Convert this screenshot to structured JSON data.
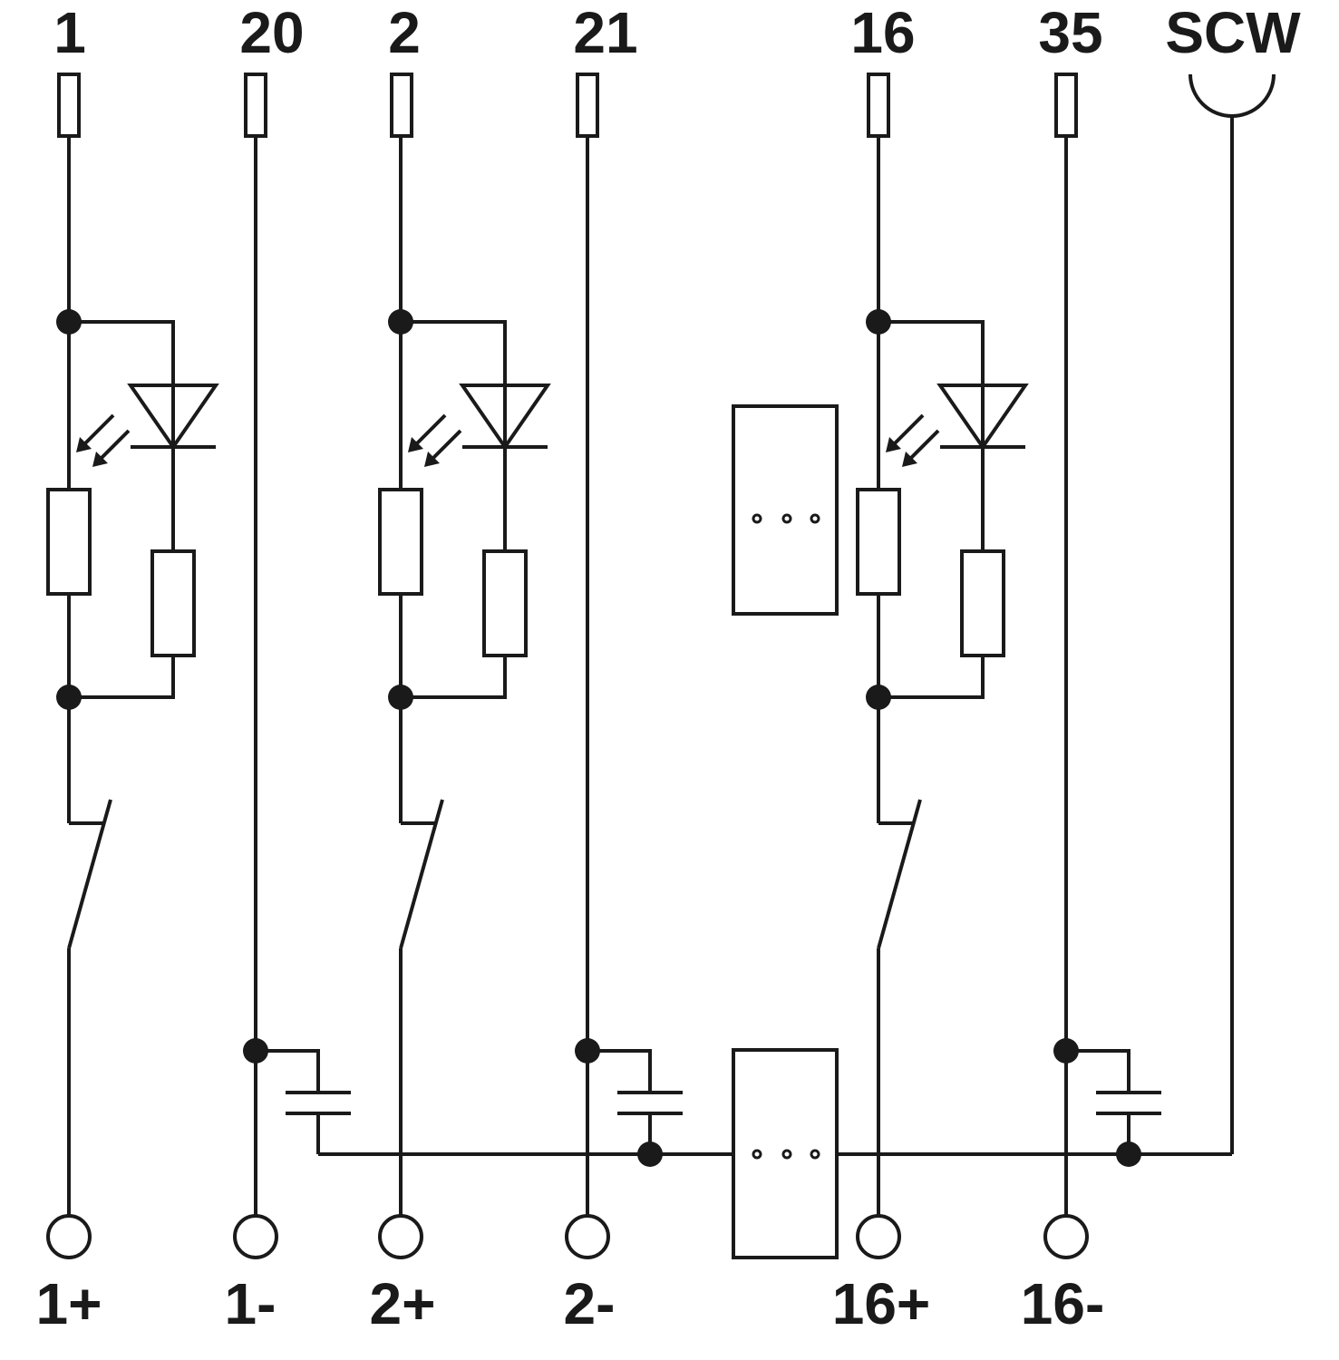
{
  "top_terminals": [
    "1",
    "20",
    "2",
    "21",
    "16",
    "35",
    "SCW"
  ],
  "bottom_terminals": [
    "1+",
    "1-",
    "2+",
    "2-",
    "16+",
    "16-"
  ],
  "colors": {
    "line": "#1a1a1a",
    "background": "#ffffff"
  },
  "icon_names": [
    "terminal-block-icon",
    "shield-connector-icon",
    "led-diode-icon",
    "resistor-icon",
    "switch-contact-icon",
    "capacitor-icon",
    "screw-terminal-icon",
    "ellipsis-block-icon"
  ]
}
